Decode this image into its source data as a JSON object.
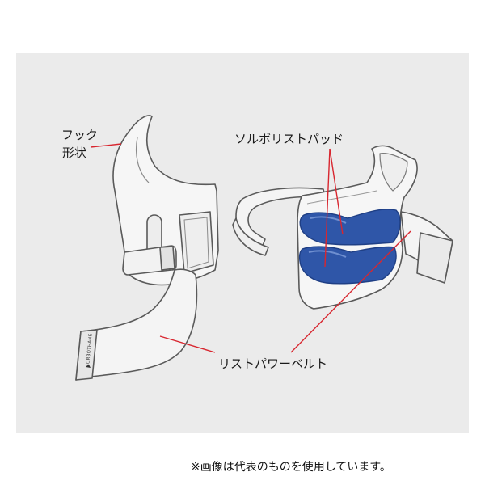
{
  "labels": {
    "hook_line1": "フック",
    "hook_line2": "形状",
    "pad": "ソルボリストパッド",
    "belt": "リストパワーベルト",
    "brand": "SORBOTHANE"
  },
  "footer_note": "※画像は代表のものを使用しています。",
  "colors": {
    "background": "#ebebeb",
    "product_fill": "#f5f5f5",
    "outline": "#5a5a5a",
    "pad_blue": "#2f56a8",
    "callout_red": "#d8262f"
  }
}
